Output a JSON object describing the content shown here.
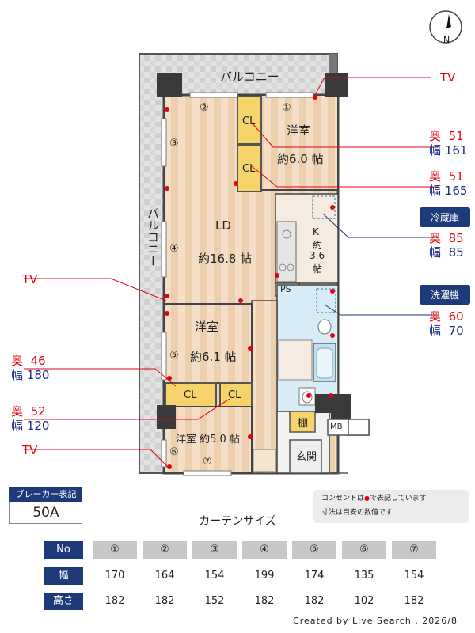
{
  "compass": {
    "label": "N"
  },
  "floorplan": {
    "balcony_top": "バルコニー",
    "balcony_left": "バルコニー",
    "rooms": {
      "western1": {
        "name": "洋室",
        "size": "約6.0 帖"
      },
      "ld": {
        "name": "LD",
        "size": "約16.8 帖"
      },
      "kitchen": {
        "name": "K",
        "size1": "約",
        "size2": "3.6",
        "size3": "帖"
      },
      "western2": {
        "name": "洋室",
        "size": "約6.1 帖"
      },
      "western3": {
        "label": "洋室 約5.0 帖"
      },
      "entrance": "玄関",
      "shelf": "棚",
      "mb": "MB",
      "ps": "PS",
      "cl": "CL"
    },
    "windows": [
      "1",
      "2",
      "3",
      "4",
      "5",
      "6",
      "7"
    ]
  },
  "callouts": {
    "tv_top": "TV",
    "tv_left": "TV",
    "tv_bottom": "TV",
    "cl1": {
      "depth_label": "奥",
      "depth": "51",
      "width_label": "幅",
      "width": "161"
    },
    "cl2": {
      "depth_label": "奥",
      "depth": "51",
      "width_label": "幅",
      "width": "165"
    },
    "fridge": {
      "title": "冷蔵庫",
      "depth_label": "奥",
      "depth": "85",
      "width_label": "幅",
      "width": "85"
    },
    "washer": {
      "title": "洗濯機",
      "depth_label": "奥",
      "depth": "60",
      "width_label": "幅",
      "width": "70"
    },
    "cl3": {
      "depth_label": "奥",
      "depth": "46",
      "width_label": "幅",
      "width": "180"
    },
    "cl4": {
      "depth_label": "奥",
      "depth": "52",
      "width_label": "幅",
      "width": "120"
    }
  },
  "breaker": {
    "title": "ブレーカー表記",
    "value": "50A"
  },
  "note": {
    "line1_a": "コンセントは",
    "line1_b": "で表記しています",
    "line2": "寸法は目安の数値です"
  },
  "curtain": {
    "title": "カーテンサイズ",
    "row_no": "No",
    "row_width": "幅",
    "row_height": "高さ",
    "numbers": [
      "①",
      "②",
      "③",
      "④",
      "⑤",
      "⑥",
      "⑦"
    ],
    "widths": [
      "170",
      "164",
      "154",
      "199",
      "174",
      "135",
      "154"
    ],
    "heights": [
      "182",
      "182",
      "152",
      "182",
      "182",
      "102",
      "182"
    ]
  },
  "credit": "Created by Live Search , 2026/8",
  "colors": {
    "outlet": "#e60012",
    "navy": "#1d3a7a",
    "floor": "#f3dcc0",
    "closet": "#f6d36b",
    "wet": "#d7ecf7"
  }
}
